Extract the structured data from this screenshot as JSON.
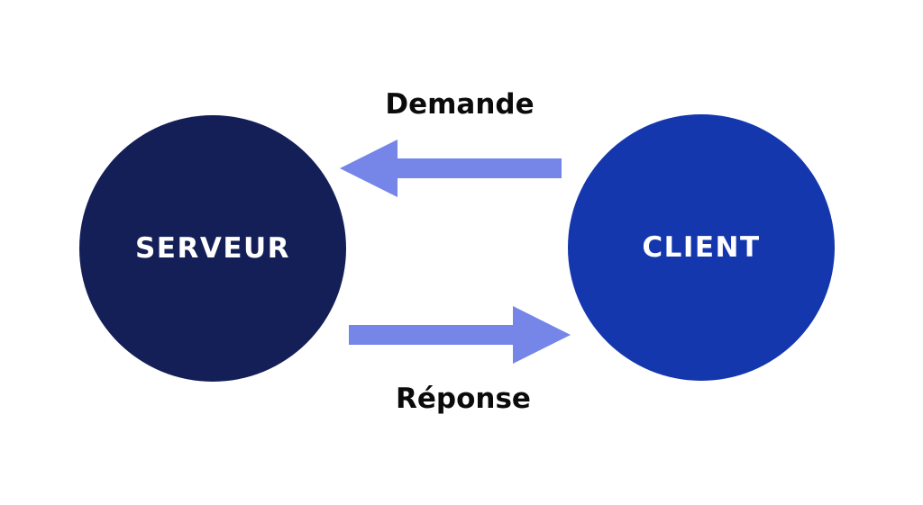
{
  "diagram": {
    "nodes": [
      {
        "id": "serveur",
        "label": "SERVEUR"
      },
      {
        "id": "client",
        "label": "CLIENT"
      }
    ],
    "arrows": [
      {
        "id": "demande",
        "label": "Demande",
        "direction": "left",
        "from": "client",
        "to": "serveur"
      },
      {
        "id": "reponse",
        "label": "Réponse",
        "direction": "right",
        "from": "serveur",
        "to": "client"
      }
    ]
  },
  "colors": {
    "background": "#ffffff",
    "server_circle": "#141f57",
    "client_circle": "#1437ae",
    "arrow": "#7585e8",
    "node_text": "#ffffff",
    "label_text": "#0b0b0b"
  }
}
